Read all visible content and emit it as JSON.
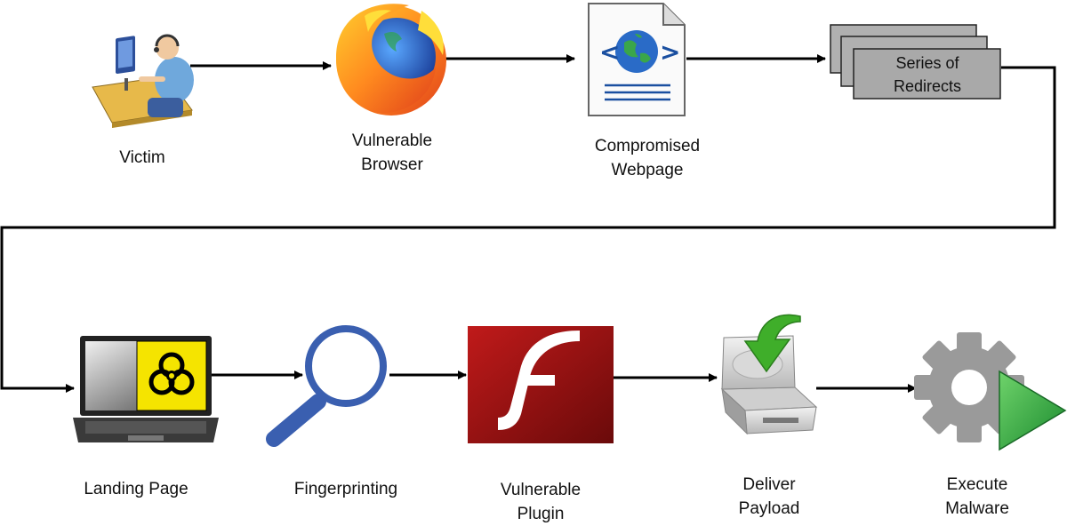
{
  "nodes": {
    "victim": {
      "lines": [
        "Victim"
      ]
    },
    "browser": {
      "lines": [
        "Vulnerable",
        "Browser"
      ]
    },
    "webpage": {
      "lines": [
        "Compromised",
        "Webpage"
      ]
    },
    "redirects": {
      "lines": [
        "Series of",
        "Redirects"
      ]
    },
    "landing": {
      "lines": [
        "Landing Page"
      ]
    },
    "fingerprinting": {
      "lines": [
        "Fingerprinting"
      ]
    },
    "plugin": {
      "lines": [
        "Vulnerable",
        "Plugin"
      ]
    },
    "payload": {
      "lines": [
        "Deliver",
        "Payload"
      ]
    },
    "malware": {
      "lines": [
        "Execute",
        "Malware"
      ]
    }
  },
  "icons": {
    "victim": "person-at-computer-icon",
    "browser": "firefox-browser-icon",
    "webpage": "webpage-document-icon",
    "redirects": "stacked-pages-icon",
    "landing": "laptop-biohazard-icon",
    "fingerprinting": "magnifier-icon",
    "plugin": "flash-plugin-icon",
    "payload": "hard-drive-download-icon",
    "malware": "gear-play-icon"
  },
  "colors": {
    "arrow": "#000000",
    "flash_red": "#b01818",
    "magnifier_blue": "#3a5fb0",
    "biohazard_yellow": "#f5e400",
    "download_green": "#3fae2a",
    "play_green": "#2fa84f",
    "gear_gray": "#9a9a9a",
    "redirect_gray": "#a9a9a9"
  }
}
